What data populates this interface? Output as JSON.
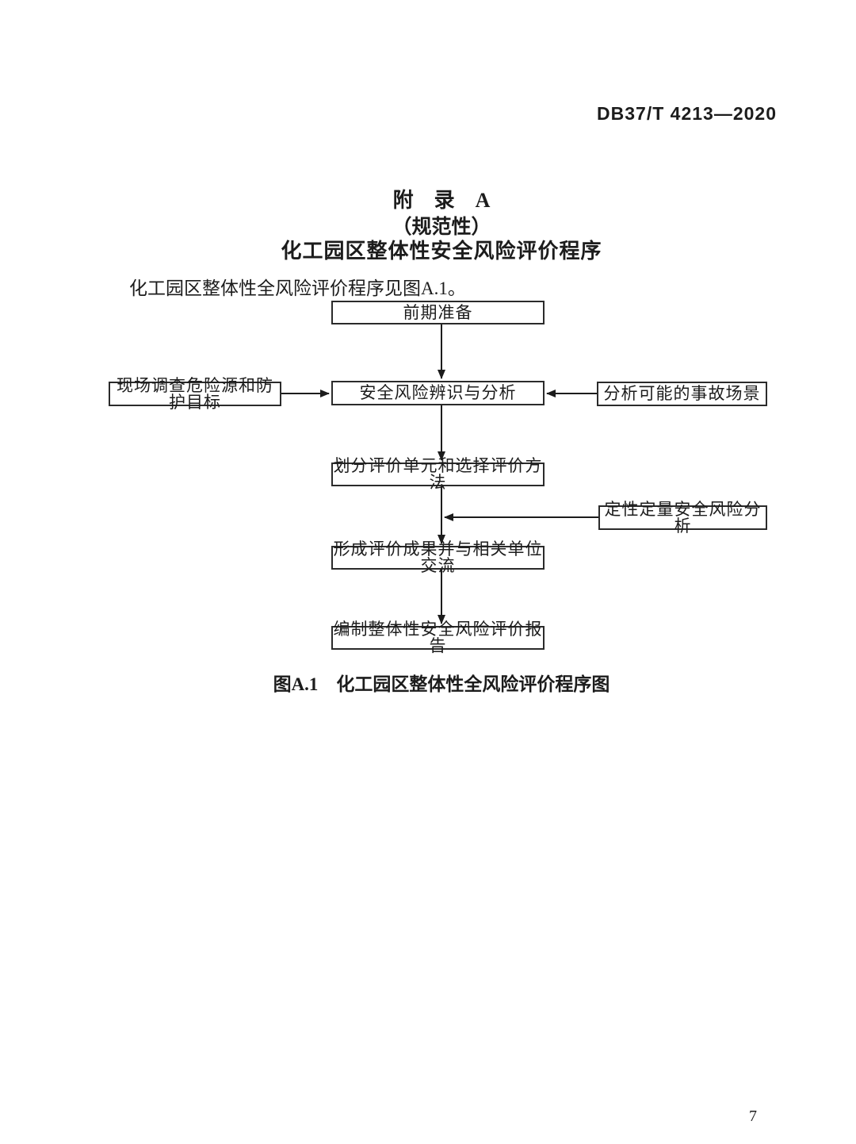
{
  "page": {
    "header": "DB37/T 4213—2020",
    "page_number": "7"
  },
  "appendix": {
    "title_line1": "附　录　A",
    "title_line2": "（规范性）",
    "title_line3": "化工园区整体性安全风险评价程序",
    "body_text": "化工园区整体性全风险评价程序见图A.1。",
    "figure_caption": "图A.1　化工园区整体性全风险评价程序图"
  },
  "flowchart": {
    "nodes": [
      {
        "id": "preliminary-preparation",
        "label": "前期准备"
      },
      {
        "id": "site-survey-hazards-targets",
        "label": "现场调查危险源和防护目标"
      },
      {
        "id": "risk-identification-analysis",
        "label": "安全风险辨识与分析"
      },
      {
        "id": "possible-accident-scenarios",
        "label": "分析可能的事故场景"
      },
      {
        "id": "divide-units-select-methods",
        "label": "划分评价单元和选择评价方法"
      },
      {
        "id": "qualitative-quantitative-analysis",
        "label": "定性定量安全风险分析"
      },
      {
        "id": "form-results-communicate",
        "label": "形成评价成果并与相关单位交流"
      },
      {
        "id": "compile-overall-risk-report",
        "label": "编制整体性安全风险评价报告"
      }
    ]
  },
  "colors": {
    "ink": "#1c1c1c",
    "border": "#2b2b2b",
    "paper": "#ffffff"
  }
}
